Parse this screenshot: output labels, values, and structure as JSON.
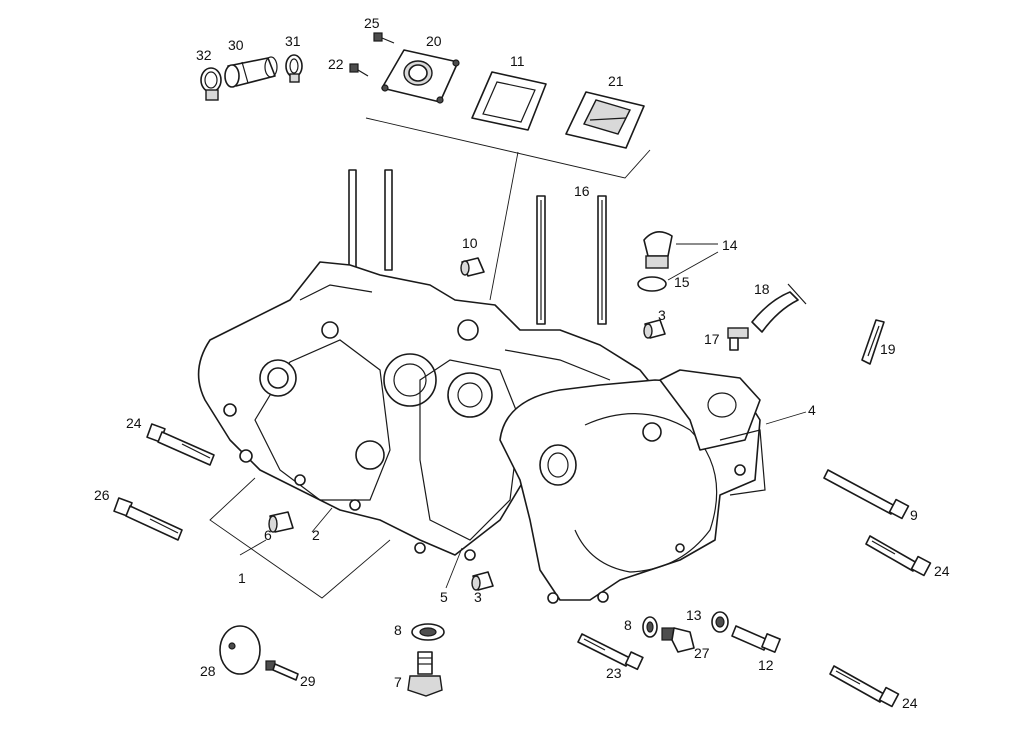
{
  "diagram": {
    "callouts": [
      {
        "id": "c25",
        "text": "25"
      },
      {
        "id": "c20",
        "text": "20"
      },
      {
        "id": "c32",
        "text": "32"
      },
      {
        "id": "c30",
        "text": "30"
      },
      {
        "id": "c31",
        "text": "31"
      },
      {
        "id": "c22",
        "text": "22"
      },
      {
        "id": "c11",
        "text": "11"
      },
      {
        "id": "c21",
        "text": "21"
      },
      {
        "id": "c16",
        "text": "16"
      },
      {
        "id": "c10",
        "text": "10"
      },
      {
        "id": "c14",
        "text": "14"
      },
      {
        "id": "c15",
        "text": "15"
      },
      {
        "id": "c18",
        "text": "18"
      },
      {
        "id": "c3a",
        "text": "3"
      },
      {
        "id": "c17",
        "text": "17"
      },
      {
        "id": "c19",
        "text": "19"
      },
      {
        "id": "c4",
        "text": "4"
      },
      {
        "id": "c24a",
        "text": "24"
      },
      {
        "id": "c9",
        "text": "9"
      },
      {
        "id": "c26",
        "text": "26"
      },
      {
        "id": "c6",
        "text": "6"
      },
      {
        "id": "c2",
        "text": "2"
      },
      {
        "id": "c24b",
        "text": "24"
      },
      {
        "id": "c1",
        "text": "1"
      },
      {
        "id": "c5",
        "text": "5"
      },
      {
        "id": "c3b",
        "text": "3"
      },
      {
        "id": "c8a",
        "text": "8"
      },
      {
        "id": "c8b",
        "text": "8"
      },
      {
        "id": "c13",
        "text": "13"
      },
      {
        "id": "c27",
        "text": "27"
      },
      {
        "id": "c12",
        "text": "12"
      },
      {
        "id": "c28",
        "text": "28"
      },
      {
        "id": "c29",
        "text": "29"
      },
      {
        "id": "c23",
        "text": "23"
      },
      {
        "id": "c7",
        "text": "7"
      },
      {
        "id": "c24c",
        "text": "24"
      }
    ]
  }
}
